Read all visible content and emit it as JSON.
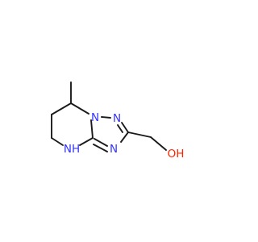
{
  "molecule": {
    "atoms": {
      "n1": {
        "label": "N",
        "color": "#3333ff"
      },
      "n2": {
        "label": "N",
        "color": "#3333ff"
      },
      "n3": {
        "label": "N",
        "color": "#3333ff"
      },
      "nh": {
        "label": "NH",
        "color": "#3333ff"
      },
      "oh": {
        "label": "OH",
        "color": "#ff2200"
      }
    },
    "bond_color": "#1a1a1a"
  }
}
